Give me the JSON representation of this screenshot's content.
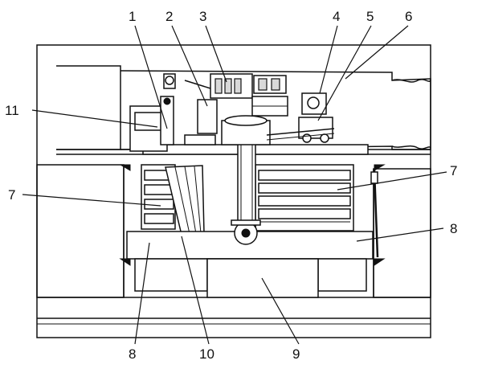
{
  "diagram": {
    "callouts": [
      {
        "id": "c1",
        "text": "1"
      },
      {
        "id": "c2",
        "text": "2"
      },
      {
        "id": "c3",
        "text": "3"
      },
      {
        "id": "c4",
        "text": "4"
      },
      {
        "id": "c5",
        "text": "5"
      },
      {
        "id": "c6",
        "text": "6"
      },
      {
        "id": "c7a",
        "text": "7"
      },
      {
        "id": "c7b",
        "text": "7"
      },
      {
        "id": "c8a",
        "text": "8"
      },
      {
        "id": "c8b",
        "text": "8"
      },
      {
        "id": "c9",
        "text": "9"
      },
      {
        "id": "c10",
        "text": "10"
      },
      {
        "id": "c11",
        "text": "11"
      }
    ]
  }
}
